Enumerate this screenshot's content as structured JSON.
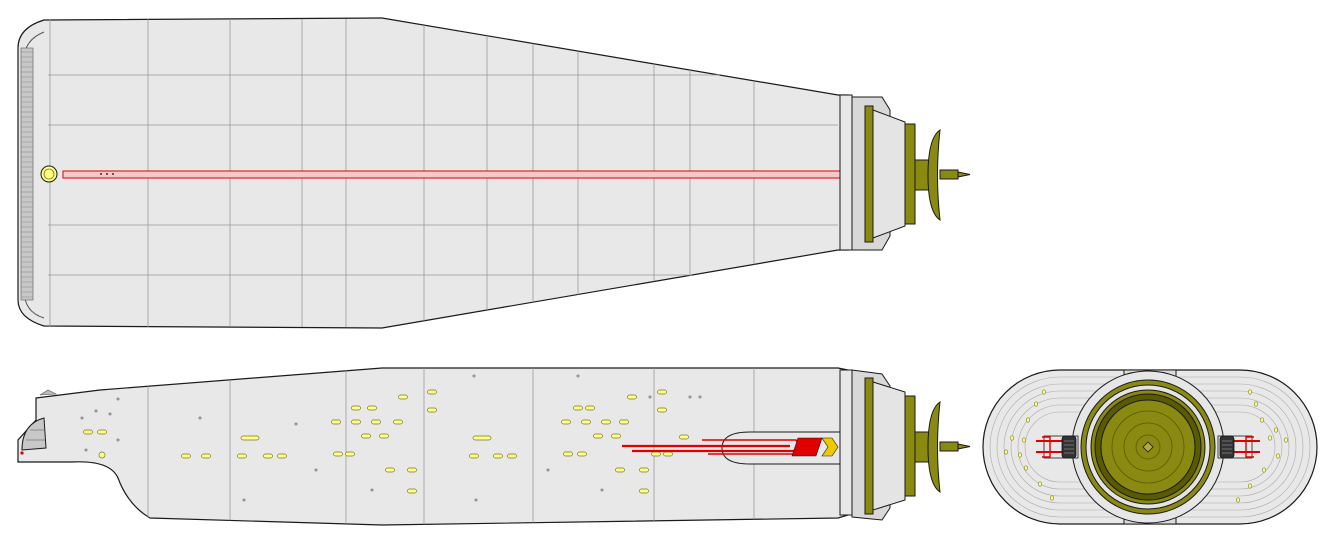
{
  "colors": {
    "background": "#ffffff",
    "hull": "#e8e8e8",
    "hull_dark": "#cfcfcf",
    "panel_line": "#9a9a9a",
    "outline": "#1a1a1a",
    "olive": "#8a8a12",
    "olive_dark": "#5a5a00",
    "olive_light": "#b0b030",
    "window": "#ffff88",
    "window_outline": "#7a7a20",
    "stripe_red": "#e00000",
    "stripe_pink": "#f4c8c8",
    "chevron_yellow": "#f0c800",
    "black": "#111111"
  },
  "views": [
    {
      "key": "top",
      "name": "top-view"
    },
    {
      "key": "side",
      "name": "side-view"
    },
    {
      "key": "rear",
      "name": "rear-view"
    }
  ],
  "icons": {
    "dish": "navigational-deflector-dish",
    "sensor": "sensor-dome",
    "chevron": "chevron-marking"
  },
  "side_view": {
    "window_rows": [
      {
        "count": 2,
        "group": "bow"
      },
      {
        "count": 8,
        "group": "forward"
      },
      {
        "count": 14,
        "group": "midship"
      },
      {
        "count": 12,
        "group": "aft"
      }
    ]
  }
}
